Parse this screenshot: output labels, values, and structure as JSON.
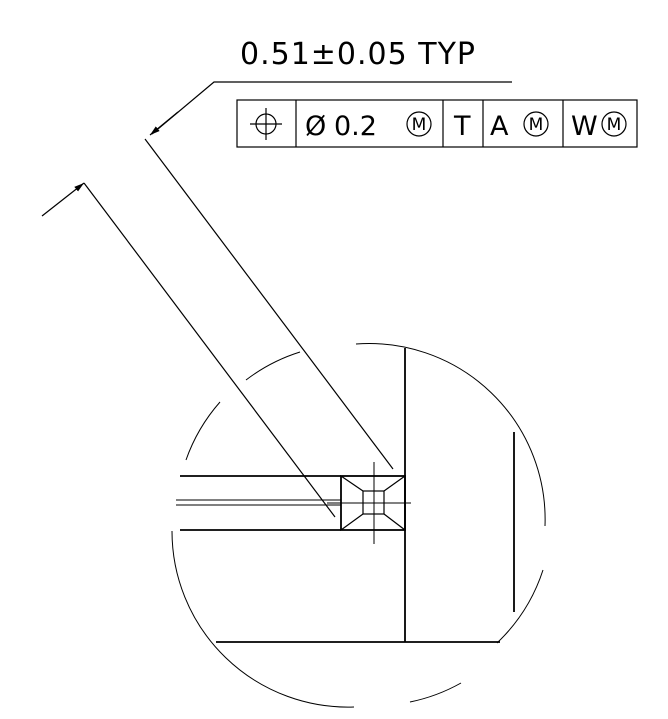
{
  "dimension": {
    "text": "0.51±0.05 TYP"
  },
  "feature_control_frame": {
    "characteristic_symbol": "position",
    "tolerance": {
      "diameter_symbol": "Ø",
      "value": "0.2",
      "modifier": "M"
    },
    "datums": [
      {
        "label": "T",
        "modifier": ""
      },
      {
        "label": "A",
        "modifier": "M"
      },
      {
        "label": "W",
        "modifier": "M"
      }
    ]
  }
}
